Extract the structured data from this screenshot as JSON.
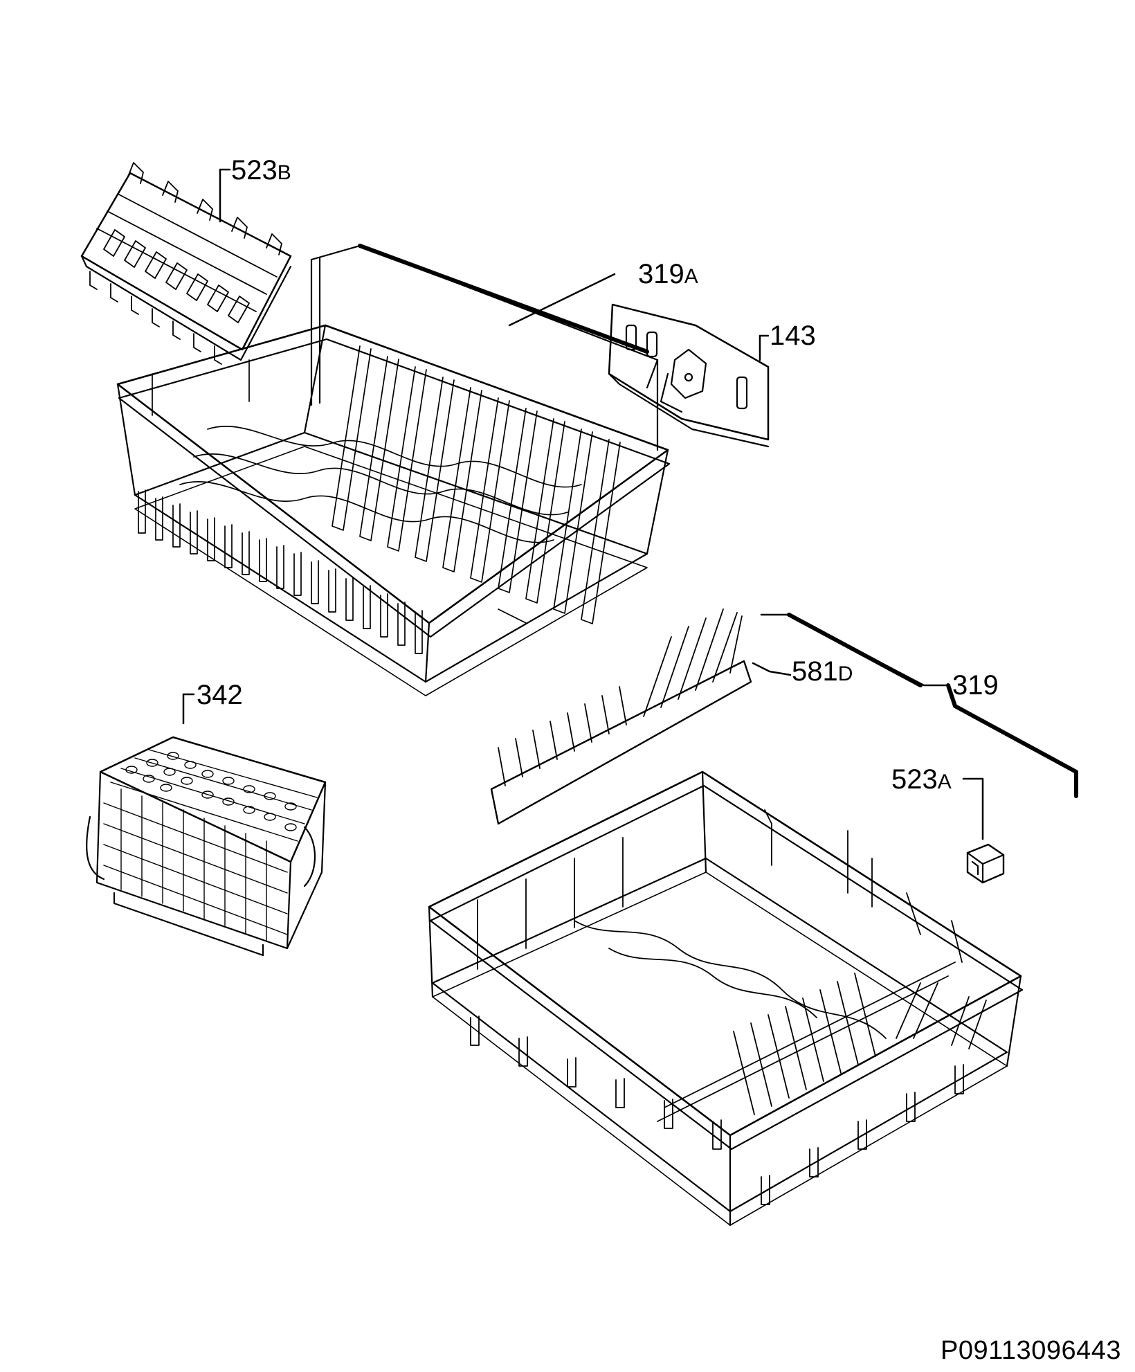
{
  "diagram": {
    "labels": [
      {
        "id": "523B",
        "num": "523",
        "suffix": "B"
      },
      {
        "id": "319A",
        "num": "319",
        "suffix": "A"
      },
      {
        "id": "143",
        "num": "143",
        "suffix": ""
      },
      {
        "id": "342",
        "num": "342",
        "suffix": ""
      },
      {
        "id": "581D",
        "num": "581",
        "suffix": "D"
      },
      {
        "id": "319",
        "num": "319",
        "suffix": ""
      },
      {
        "id": "523A",
        "num": "523",
        "suffix": "A"
      }
    ],
    "document_id": "P09113096443"
  }
}
